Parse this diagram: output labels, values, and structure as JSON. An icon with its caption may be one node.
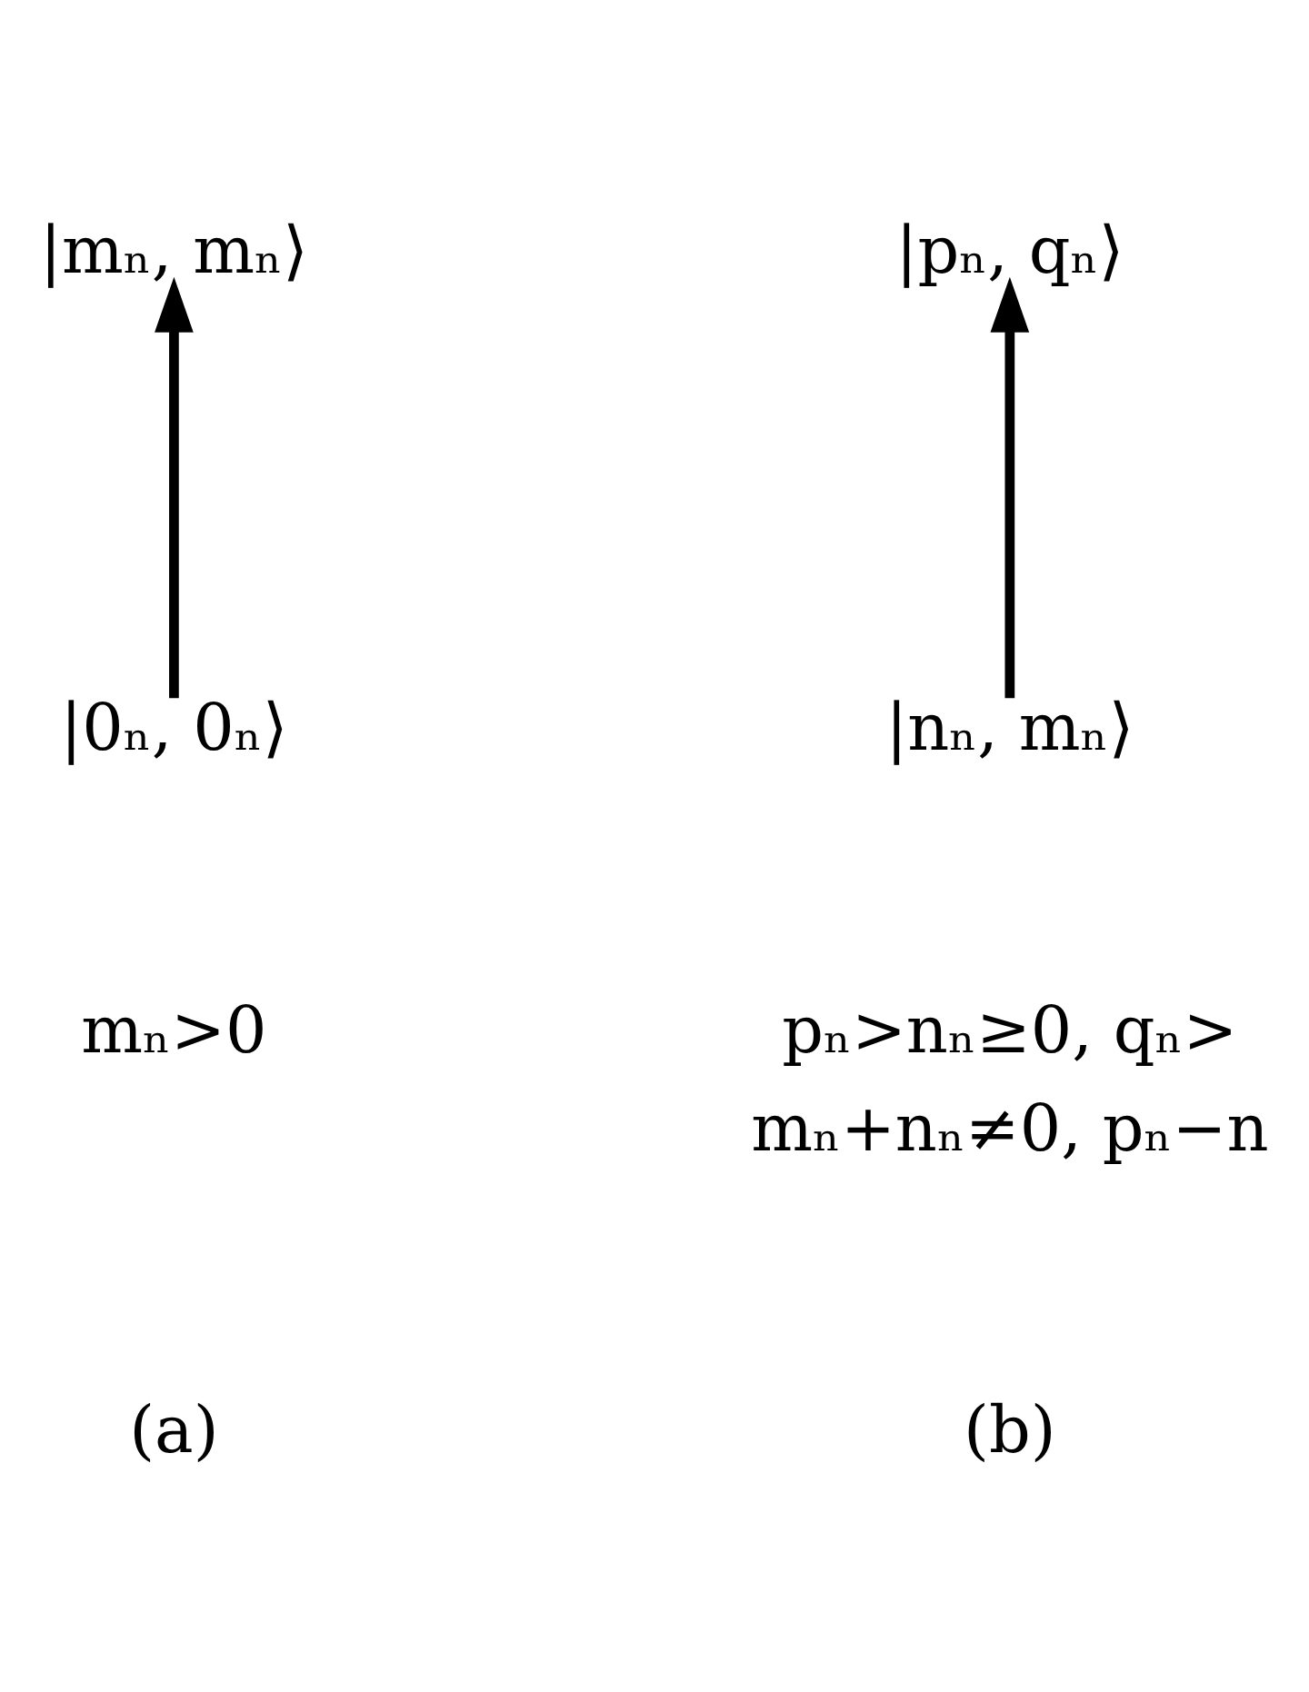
{
  "diagram": {
    "nodes": [
      {
        "text": [
          "|mₙ, mₙ⟩"
        ]
      },
      {
        "text": [
          "|pₙ, qₙ⟩"
        ]
      },
      {
        "text": [
          "|0ₙ, 0ₙ⟩"
        ]
      },
      {
        "text": [
          "|nₙ, mₙ⟩"
        ]
      }
    ],
    "edges": [
      {
        "from": 2,
        "to": 0,
        "arrow": "to"
      },
      {
        "from": 3,
        "to": 1,
        "arrow": "to"
      }
    ],
    "labels": [
      "mₙ>0",
      "pₙ>nₙ≥0, qₙ>",
      "mₙ+nₙ≠0, pₙ−n",
      "(a)",
      "(b)"
    ]
  }
}
